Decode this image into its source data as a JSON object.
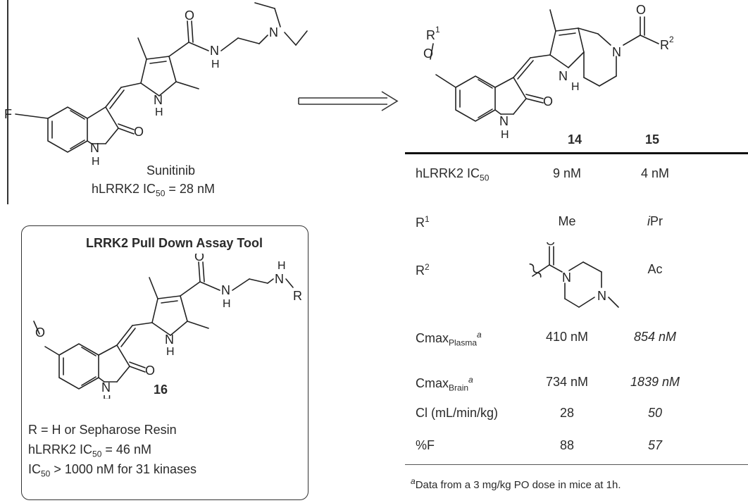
{
  "sunitinib": {
    "name": "Sunitinib",
    "activity_prefix": "hLRRK2 IC",
    "activity_sub": "50",
    "activity_value": " = 28 nM"
  },
  "tool": {
    "title": "LRRK2 Pull Down Assay Tool",
    "compound_number": "16",
    "line1": "R = H or Sepharose Resin",
    "line2_prefix": "hLRRK2 IC",
    "line2_sub": "50",
    "line2_value": " = 46 nM",
    "line3_prefix": "IC",
    "line3_sub": "50",
    "line3_value": " > 1000 nM for 31 kinases"
  },
  "atoms": {
    "N": "N",
    "H": "H",
    "O": "O",
    "F": "F",
    "R": "R",
    "R1": "R",
    "R2": "R",
    "one": "1",
    "two": "2"
  },
  "table": {
    "col_14": "14",
    "col_15": "15",
    "rows": [
      {
        "label": "hLRRK2 IC",
        "label_sub": "50",
        "v14": "9 nM",
        "v15": "4 nM"
      },
      {
        "label": "R",
        "label_sup": "1",
        "v14": "Me",
        "v15_i": "i",
        "v15": "Pr"
      },
      {
        "label": "R",
        "label_sup": "2",
        "v15": "Ac"
      },
      {
        "label": "Cmax",
        "label_sub": "Plasma",
        "label_sup": "a",
        "v14": "410 nM",
        "v15": "854 nM"
      },
      {
        "label": "Cmax",
        "label_sub": "Brain",
        "label_sup": "a",
        "v14": "734 nM",
        "v15": "1839 nM"
      },
      {
        "label": "Cl (mL/min/kg)",
        "v14": "28",
        "v15": "50"
      },
      {
        "label": "%F",
        "v14": "88",
        "v15": "57"
      }
    ],
    "footnote_sup": "a",
    "footnote": "Data from a 3 mg/kg PO dose in mice at 1h."
  }
}
